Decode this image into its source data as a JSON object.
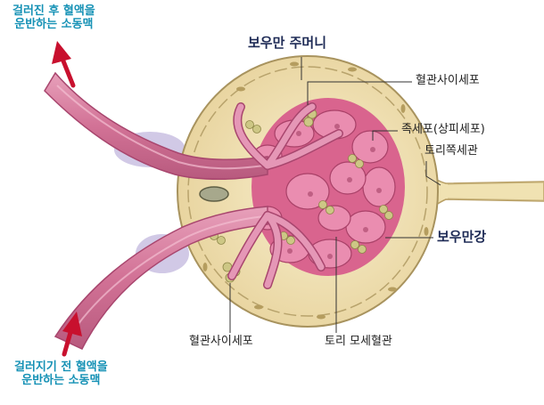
{
  "labels": {
    "efferent_line1": "걸러진 후 혈액을",
    "efferent_line2": "운반하는 소동맥",
    "afferent_line1": "걸러지기 전 혈액을",
    "afferent_line2": "운반하는 소동맥",
    "bowman_capsule": "보우만 주머니",
    "mesangial_top": "혈관사이세포",
    "podocyte": "족세포(상피세포)",
    "proximal_tubule": "토리쪽세관",
    "bowman_space": "보우만강",
    "mesangial_bottom": "혈관사이세포",
    "glomerular_capillary": "토리 모세혈관"
  },
  "colors": {
    "arrow_red": "#c8102e",
    "capsule": "#f3e4b8",
    "vessel_pink": "#d6789c",
    "capillary_pink": "#e0709a",
    "mesangial_olive": "#c8c27e",
    "label_teal": "#1591b5",
    "label_navy": "#1d2a55"
  }
}
